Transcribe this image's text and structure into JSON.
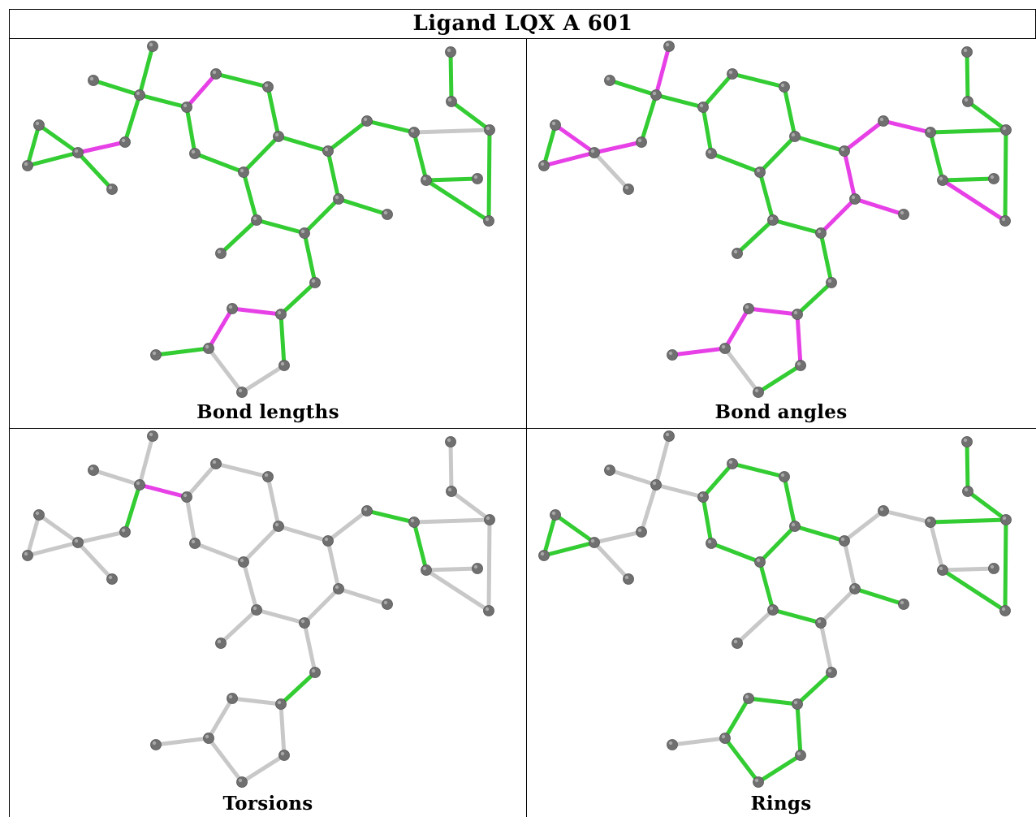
{
  "title": "Ligand LQX A 601",
  "colors": {
    "ok": "#33cc33",
    "outlier": "#e640e6",
    "neutral": "#c8c8c8",
    "atom": "#707070"
  },
  "panels": [
    {
      "caption": "Bond lengths"
    },
    {
      "caption": "Bond angles"
    },
    {
      "caption": "Torsions"
    },
    {
      "caption": "Rings"
    }
  ]
}
